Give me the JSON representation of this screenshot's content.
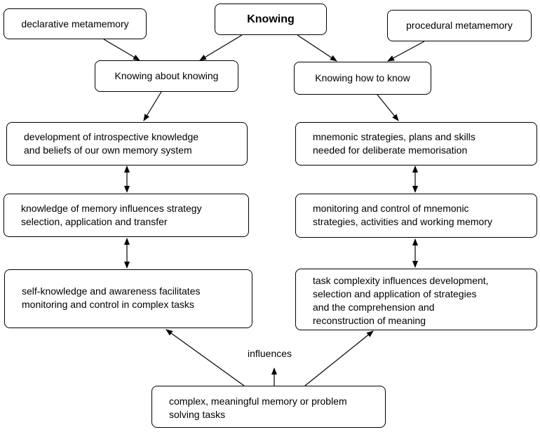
{
  "nodes": {
    "knowing": "Knowing",
    "declarative": "declarative metamemory",
    "procedural": "procedural metamemory",
    "knowing_about": "Knowing about knowing",
    "knowing_how": "Knowing how to know",
    "introspective": "development of introspective knowledge\nand beliefs of our own memory system",
    "mnemonic": "mnemonic strategies, plans and skills\nneeded for deliberate memorisation",
    "knowledge_memory": "knowledge of memory influences strategy\nselection, application and transfer",
    "monitoring": "monitoring and control of mnemonic\nstrategies, activities and working memory",
    "self_knowledge": "self-knowledge and awareness facilitates\nmonitoring and control in complex tasks",
    "task_complexity": "task complexity influences development,\nselection and application of strategies\nand the comprehension and\nreconstruction of meaning",
    "complex_tasks": "complex, meaningful memory or problem\nsolving tasks"
  },
  "edge_labels": {
    "influences": "influences"
  }
}
